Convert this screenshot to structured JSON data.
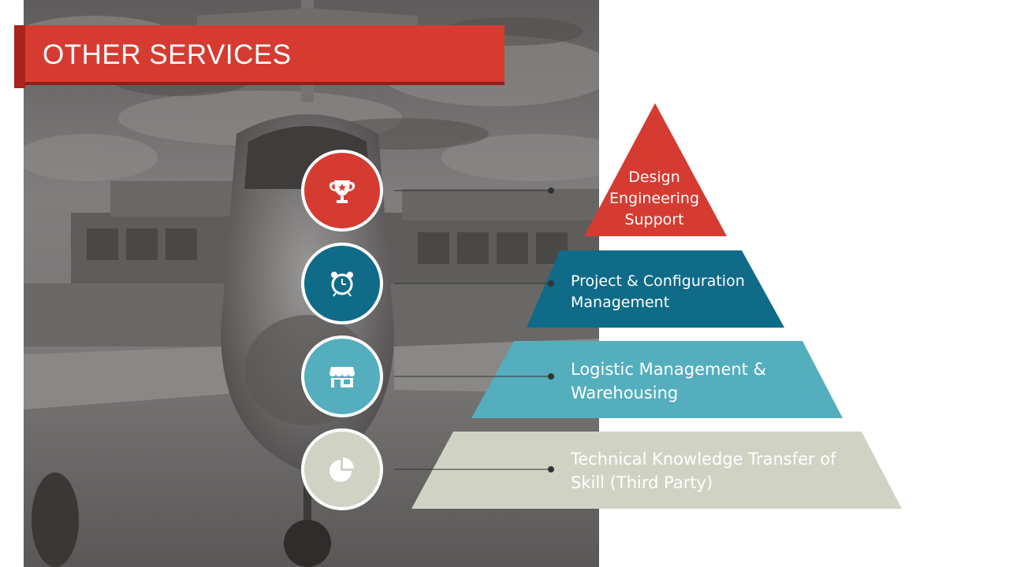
{
  "slide": {
    "title": "OTHER SERVICES"
  },
  "colors": {
    "title_red": "#d63b31",
    "tier_1": "#d63b31",
    "tier_2": "#0f6b88",
    "tier_3": "#54aebd",
    "tier_4": "#d0d2c4",
    "circle_border": "#ffffff",
    "connector": "#333333"
  },
  "tiers": [
    {
      "label": "Design\nEngineering\nSupport",
      "icon": "trophy-icon",
      "color": "#d63b31"
    },
    {
      "label": "Project & Configuration\nManagement",
      "icon": "alarm-clock-icon",
      "color": "#0f6b88"
    },
    {
      "label": "Logistic Management &\nWarehousing",
      "icon": "store-icon",
      "color": "#54aebd"
    },
    {
      "label": "Technical Knowledge Transfer of\nSkill (Third Party)",
      "icon": "pie-chart-icon",
      "color": "#d0d2c4"
    }
  ]
}
